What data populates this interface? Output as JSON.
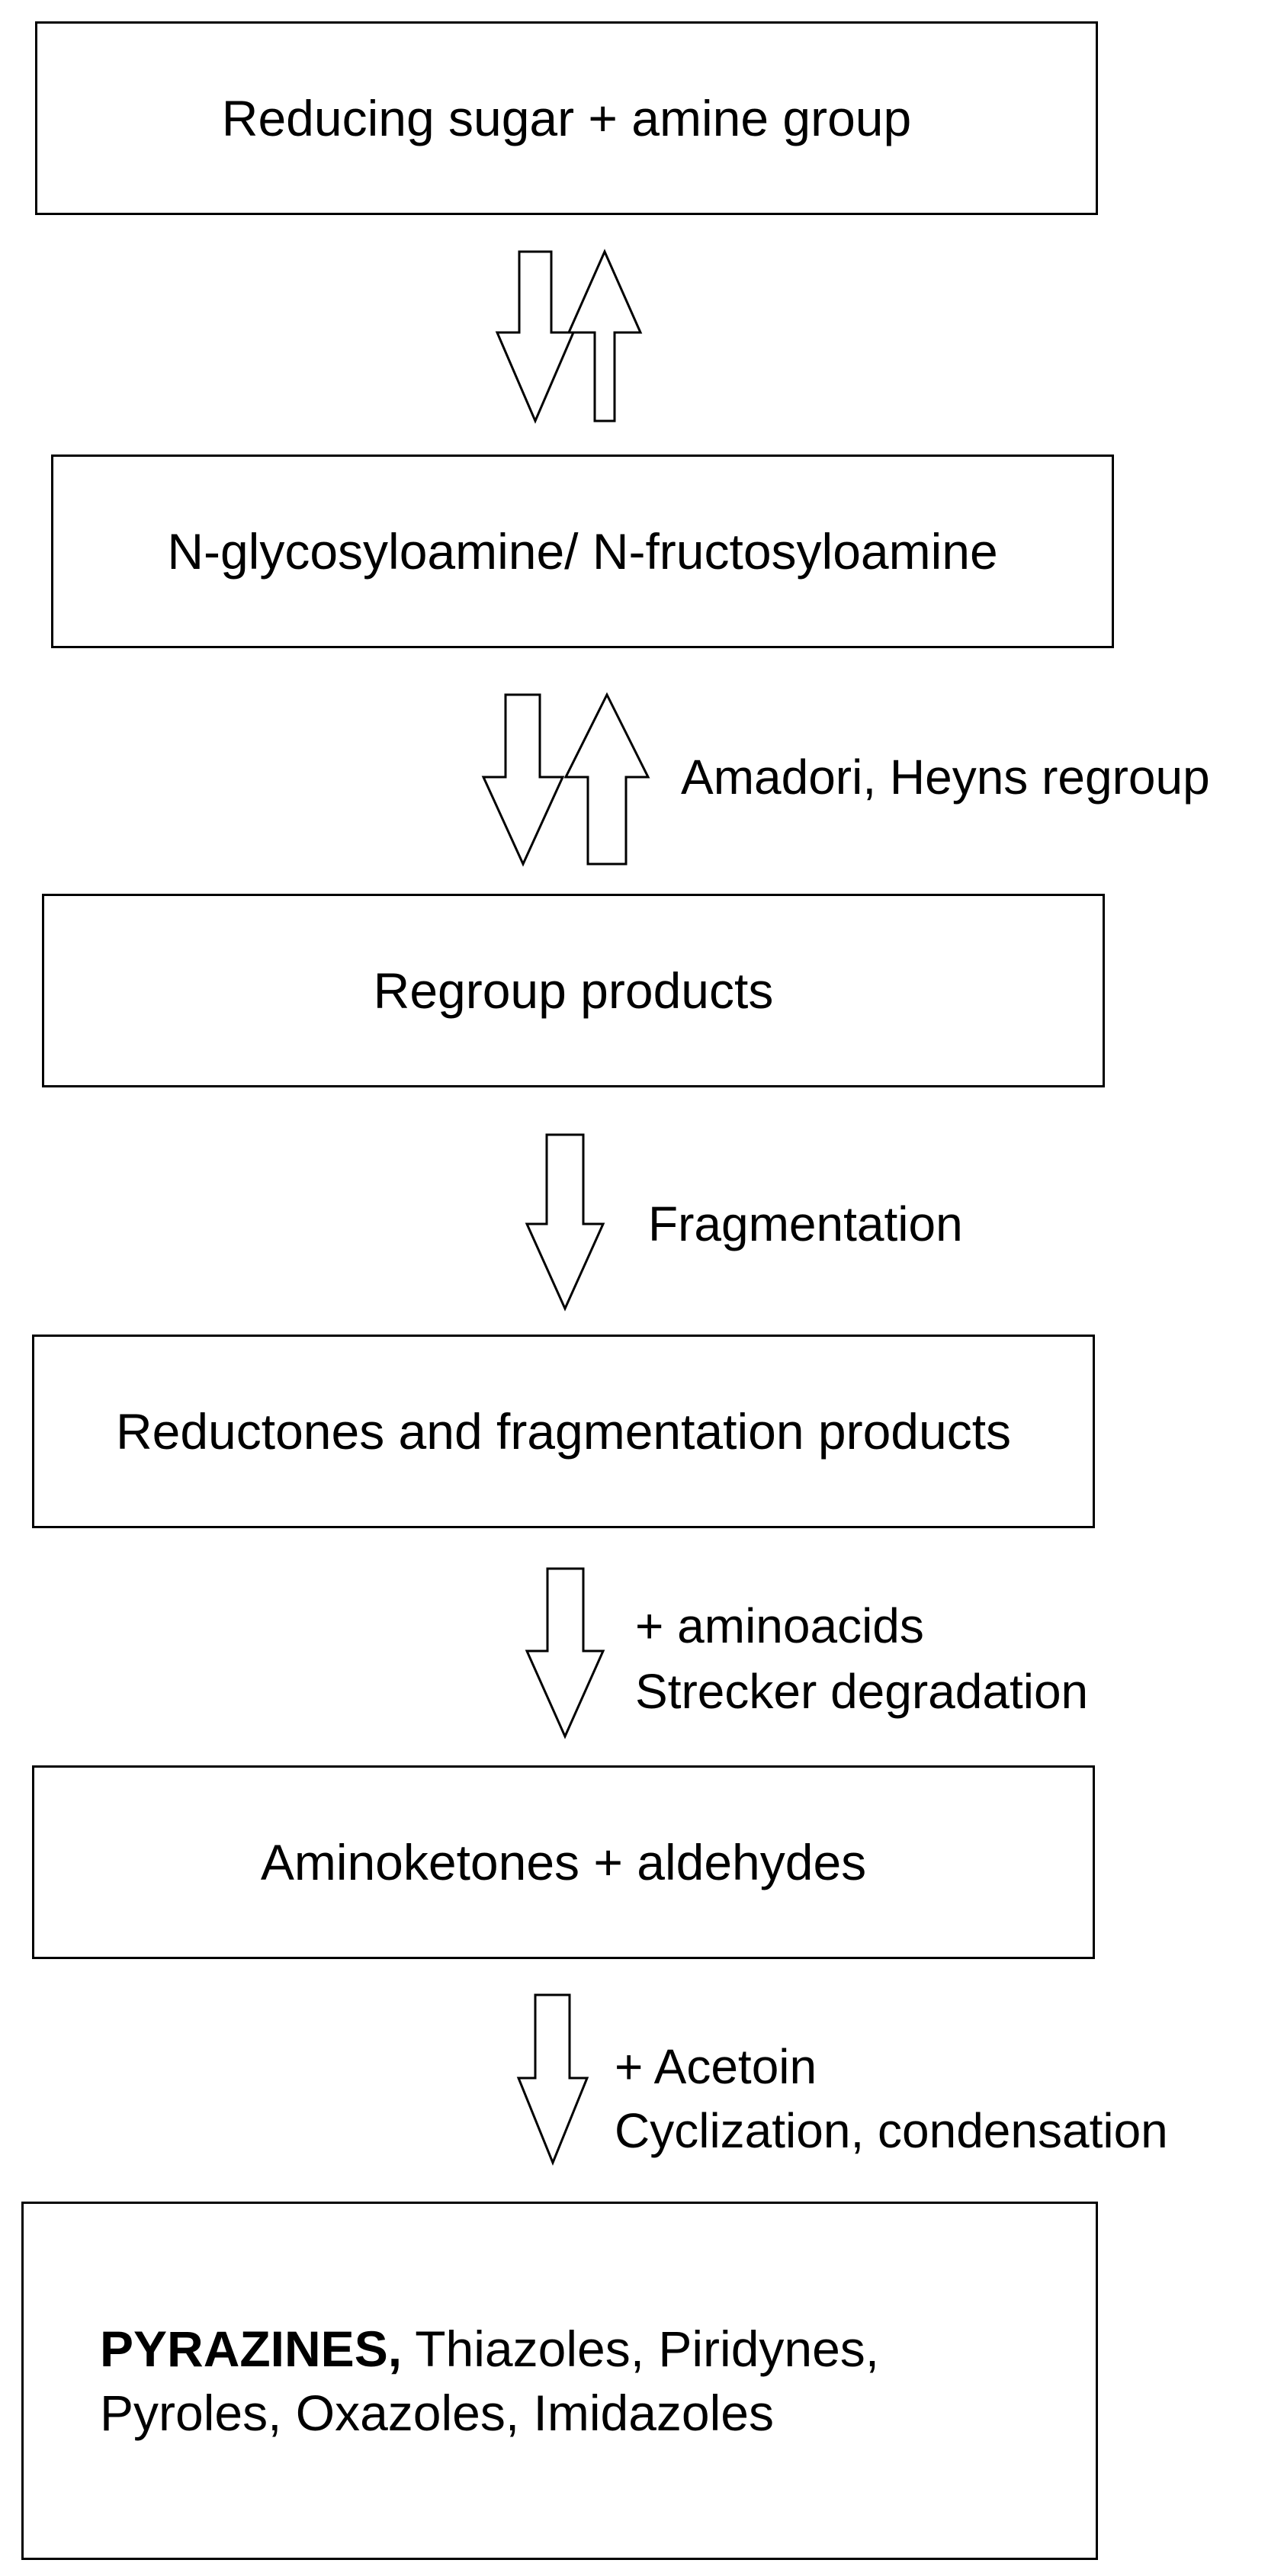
{
  "steps": {
    "s1": "Reducing sugar + amine group",
    "s2": "N-glycosyloamine/ N-fructosyloamine",
    "s3": "Regroup products",
    "s4": "Reductones and fragmentation products",
    "s5": "Aminoketones + aldehydes",
    "s6": {
      "bold_part": "PYRAZINES,",
      "line1_rest": " Thiazoles, Piridynes,",
      "line2": "Pyroles, Oxazoles, Imidazoles"
    }
  },
  "transitions": {
    "t2": "Amadori, Heyns regroup",
    "t3": "Fragmentation",
    "t4_line1": "+ aminoacids",
    "t4_line2": "Strecker degradation",
    "t5_line1": "+ Acetoin",
    "t5_line2": "Cyclization, condensation"
  }
}
